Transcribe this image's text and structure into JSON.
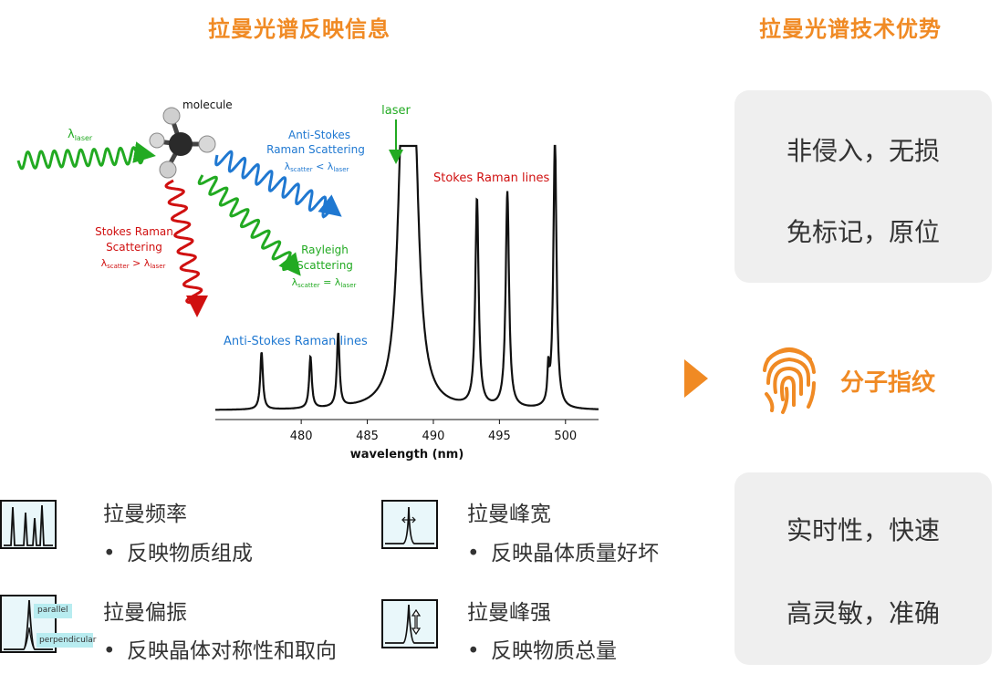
{
  "titles": {
    "left": "拉曼光谱反映信息",
    "right": "拉曼光谱技术优势"
  },
  "diagram": {
    "molecule": "molecule",
    "laser_in": "λ",
    "laser_in_sub": "laser",
    "anti_stokes": [
      "Anti-Stokes",
      "Raman Scattering"
    ],
    "anti_stokes_rel": {
      "a": "λ",
      "a_sub": "scatter",
      "op": " < ",
      "b": "λ",
      "b_sub": "laser"
    },
    "stokes": [
      "Stokes Raman",
      "Scattering"
    ],
    "stokes_rel": {
      "a": "λ",
      "a_sub": "scatter",
      "op": " > ",
      "b": "λ",
      "b_sub": "laser"
    },
    "rayleigh": [
      "Rayleigh",
      "Scattering"
    ],
    "rayleigh_rel": {
      "a": "λ",
      "a_sub": "scatter",
      "op": " = ",
      "b": "λ",
      "b_sub": "laser"
    },
    "colors": {
      "green": "#22aa22",
      "blue": "#1f78d1",
      "red": "#d01010",
      "orange": "#f08a24"
    }
  },
  "chart_data": {
    "type": "line",
    "xlabel": "wavelength (nm)",
    "xlim": [
      473.5,
      502.5
    ],
    "xticks": [
      480,
      485,
      490,
      495,
      500
    ],
    "annotations": {
      "laser": "laser",
      "stokes_lines": "Stokes Raman lines",
      "anti_stokes_lines": "Anti-Stokes Raman lines"
    },
    "peaks": [
      {
        "x": 477.0,
        "height": 0.21,
        "width": 0.12
      },
      {
        "x": 480.7,
        "height": 0.19,
        "width": 0.12
      },
      {
        "x": 482.8,
        "height": 0.27,
        "width": 0.12
      },
      {
        "x": 487.7,
        "height": 1.0,
        "width": 0.45
      },
      {
        "x": 488.5,
        "height": 1.0,
        "width": 0.45
      },
      {
        "x": 493.3,
        "height": 0.76,
        "width": 0.15
      },
      {
        "x": 495.6,
        "height": 0.79,
        "width": 0.15
      },
      {
        "x": 498.7,
        "height": 0.12,
        "width": 0.08
      },
      {
        "x": 499.2,
        "height": 1.0,
        "width": 0.14
      }
    ]
  },
  "properties": [
    {
      "name": "拉曼频率",
      "desc": "反映物质组成"
    },
    {
      "name": "拉曼峰宽",
      "desc": "反映晶体质量好坏"
    },
    {
      "name": "拉曼偏振",
      "desc": "反映晶体对称性和取向",
      "icon_labels": [
        "parallel",
        "perpendicular"
      ]
    },
    {
      "name": "拉曼峰强",
      "desc": "反映物质总量"
    }
  ],
  "bullet": "•",
  "advantages": {
    "top": [
      "非侵入，无损",
      "免标记，原位"
    ],
    "fingerprint": "分子指纹",
    "bottom": [
      "实时性，快速",
      "高灵敏，准确"
    ]
  }
}
